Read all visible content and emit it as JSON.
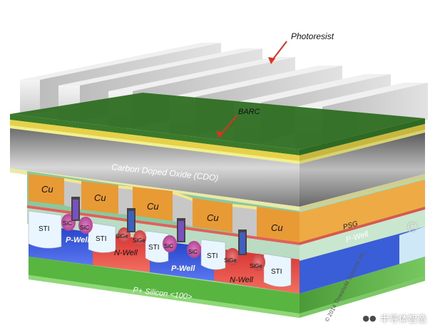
{
  "labels": {
    "photoresist": "Photoresist",
    "barc": "BARC",
    "cdo": "Carbon Doped Oxide (CDO)",
    "cu": "Cu",
    "psg": "PSG",
    "p_well": "P-Well",
    "n_well": "N-Well",
    "sti": "STI",
    "sic": "SiC",
    "sige": "SiGe",
    "substrate": "P+ Silicon <100>"
  },
  "copyright": {
    "text": "© 2014 Threshold Systems Inc.",
    "symbol": "©"
  },
  "watermark": {
    "text": "半导体智造",
    "icon": "wechat-icon"
  },
  "colors": {
    "photoresist": "#e6e6e6",
    "barc": "#3a7a2a",
    "cdo": "#8c8c8c",
    "copper": "#e8a040",
    "psg": "#bfe0c8",
    "p_well": "#2a4fd0",
    "n_well": "#e04040",
    "substrate": "#5cb843",
    "arrow": "#e03020"
  }
}
